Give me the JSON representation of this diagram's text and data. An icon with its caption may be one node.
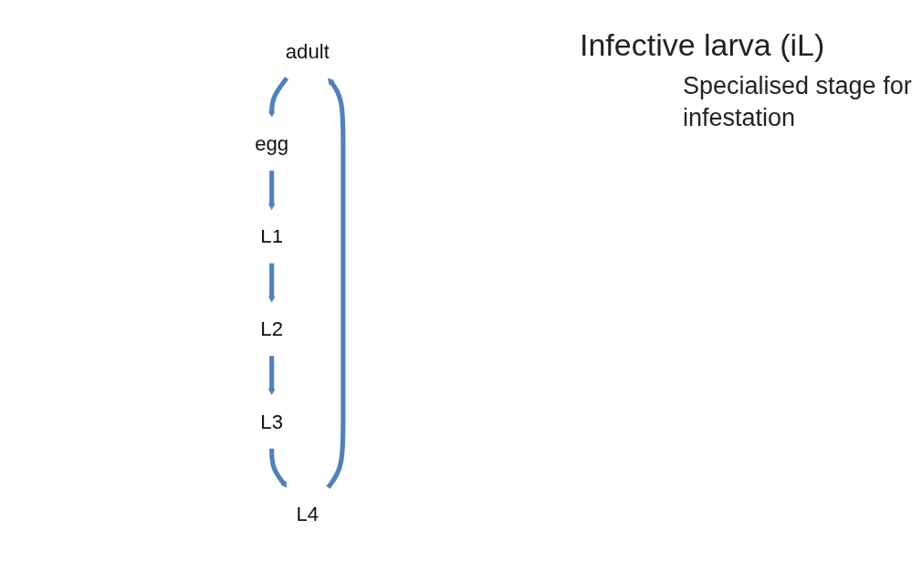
{
  "diagram": {
    "nodes": [
      {
        "text": [
          "adult"
        ]
      },
      {
        "text": [
          "egg"
        ]
      },
      {
        "text": [
          "L1"
        ]
      },
      {
        "text": [
          "L2"
        ]
      },
      {
        "text": [
          "L3"
        ]
      },
      {
        "text": [
          "L4"
        ]
      }
    ],
    "edges": [
      {
        "from": 0,
        "to": 1,
        "arrow": "to"
      },
      {
        "from": 1,
        "to": 2,
        "arrow": "to"
      },
      {
        "from": 2,
        "to": 3,
        "arrow": "to"
      },
      {
        "from": 3,
        "to": 4,
        "arrow": "to"
      },
      {
        "from": 4,
        "to": 5,
        "arrow": "to"
      },
      {
        "from": 5,
        "to": 0,
        "arrow": "to"
      }
    ],
    "labels": [
      "Infective larva (iL)",
      "Specialised stage for infestation"
    ]
  }
}
